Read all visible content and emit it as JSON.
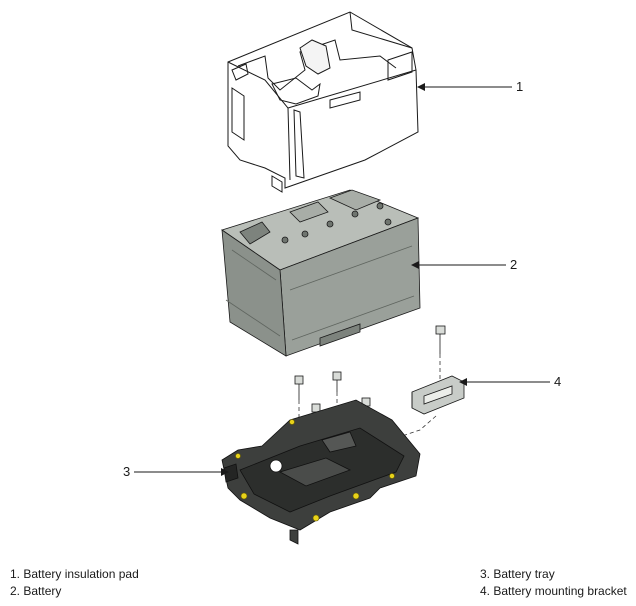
{
  "callouts": [
    {
      "id": "1",
      "label": "1"
    },
    {
      "id": "2",
      "label": "2"
    },
    {
      "id": "3",
      "label": "3"
    },
    {
      "id": "4",
      "label": "4"
    }
  ],
  "legend": {
    "left": [
      "1. Battery insulation pad",
      "2. Battery"
    ],
    "right": [
      "3. Battery tray",
      "4. Battery mounting bracket"
    ]
  },
  "colors": {
    "line": "#1a1a1a",
    "battery_body": "#9aa09a",
    "battery_top": "#b9beb8",
    "battery_dark": "#7d837d",
    "tray": "#3d3f3d",
    "tray_dark": "#242524",
    "pad_fill": "#ffffff",
    "highlight": "#e8d21a"
  }
}
